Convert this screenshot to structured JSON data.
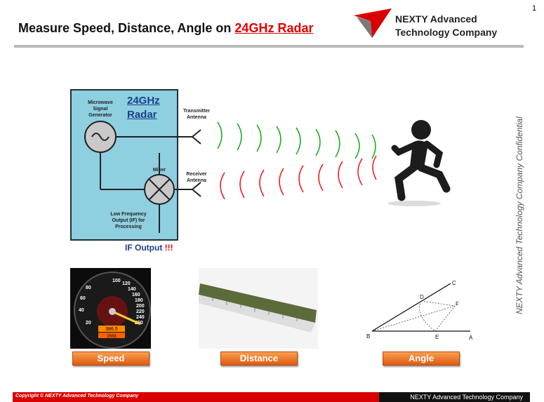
{
  "page_number": "1",
  "title": {
    "prefix": "Measure Speed, Distance, Angle on ",
    "highlight": "24GHz Radar"
  },
  "logo": {
    "line1": "NEXTY Advanced",
    "line2": "Technology Company"
  },
  "confidential": "NEXTY Advanced Technology Company Confidential",
  "diagram": {
    "generator_label": "Microwave\nSignal\nGenerator",
    "radar_line1": "24GHz",
    "radar_line2": "Radar",
    "mixer_label": "Mixer",
    "if_label": "Low Frequency\nOutput (IF) for\nProcessing",
    "tx_label": "Transmitter\nAntenna",
    "rx_label": "Receiver\nAntenna",
    "if_output": "IF Output ",
    "if_exclaim": "!!!"
  },
  "speedometer": {
    "ticks": [
      "20",
      "40",
      "60",
      "80",
      "100",
      "120",
      "140",
      "160",
      "180",
      "200",
      "220",
      "240",
      "260"
    ],
    "odometer": "386.5",
    "trip": "2555"
  },
  "angle_labels": {
    "a": "A",
    "b": "B",
    "c": "C",
    "d": "D",
    "e": "E",
    "f": "F"
  },
  "buttons": {
    "speed": "Speed",
    "distance": "Distance",
    "angle": "Angle"
  },
  "footer": {
    "copyright": "Copyright © NEXTY Advanced Technology Company",
    "company": "NEXTY Advanced Technology Company"
  },
  "colors": {
    "accent_red": "#e00000",
    "panel_blue": "#8ecfe0",
    "button_orange": "#f07a20",
    "tx_wave": "#22aa22",
    "rx_wave": "#ee2222"
  }
}
